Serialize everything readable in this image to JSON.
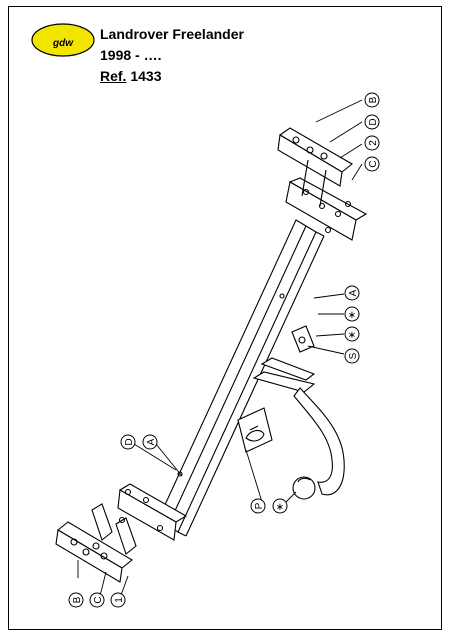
{
  "logo": {
    "text": "gdw",
    "color": "#f2e600"
  },
  "header": {
    "vehicle": "Landrover Freelander",
    "years": "1998 - ….",
    "ref_label": "Ref.",
    "ref_number": "1433"
  },
  "callouts": {
    "top": [
      "B",
      "D",
      "2",
      "C"
    ],
    "right": [
      "A",
      "∗",
      "∗",
      "S"
    ],
    "left_mid": [
      "D",
      "A"
    ],
    "bottom_left": [
      "B",
      "C",
      "1"
    ],
    "bottom_mid": [
      "P",
      "∗"
    ]
  }
}
